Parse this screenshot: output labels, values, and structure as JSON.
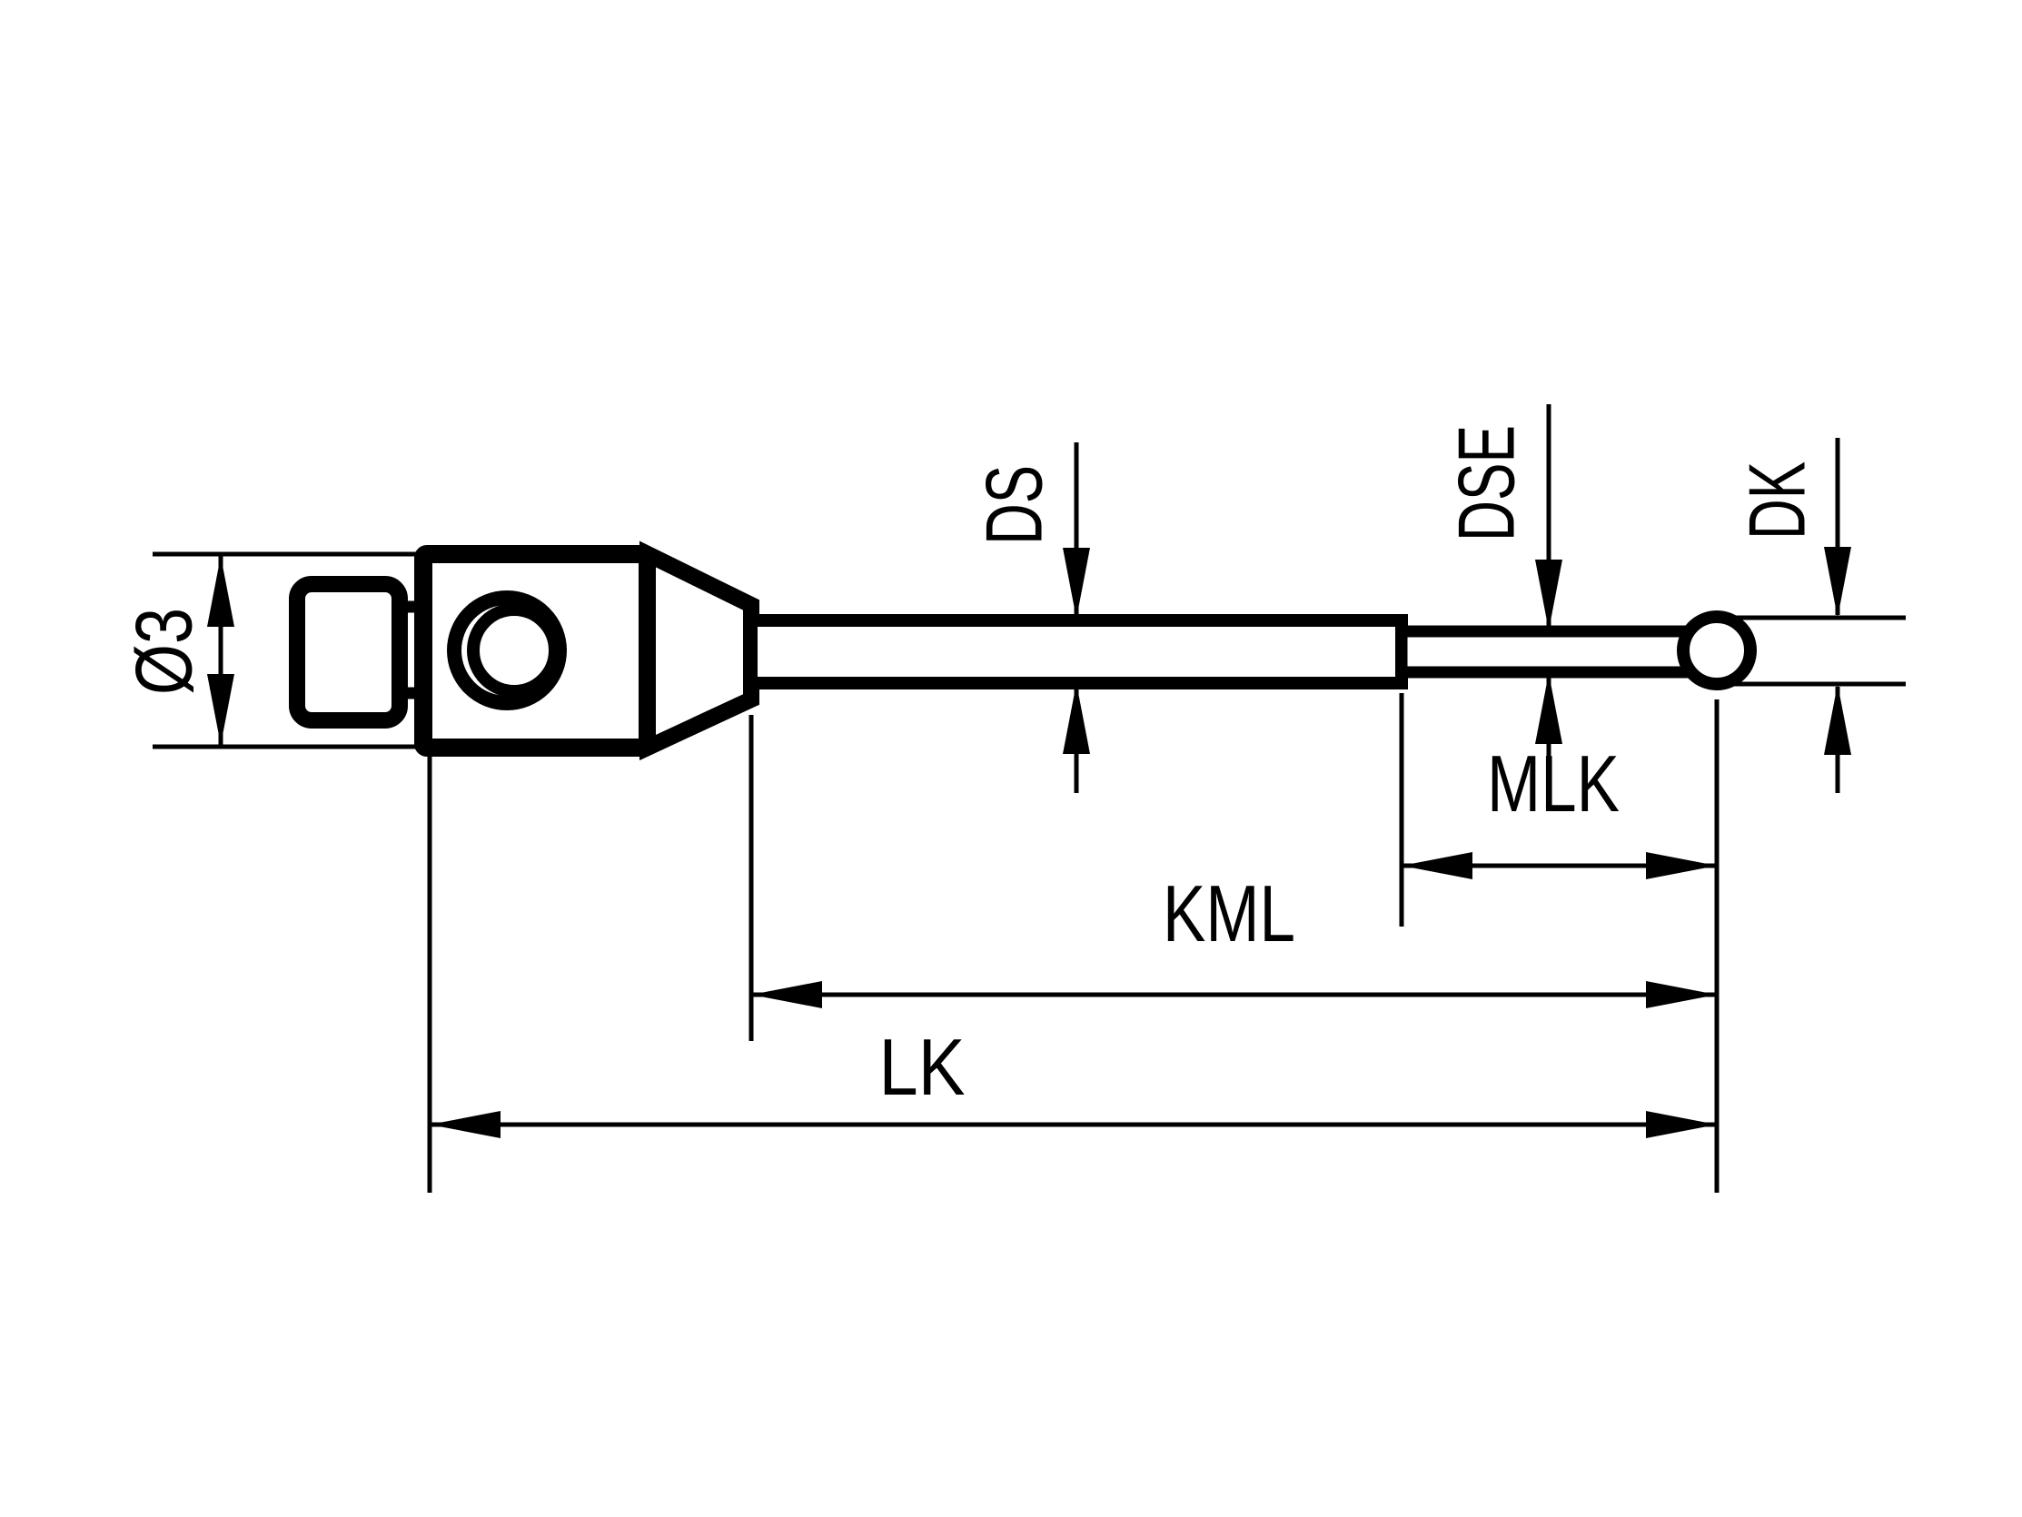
{
  "drawing": {
    "type": "technical-dimension-drawing",
    "ink_color": "#000000",
    "background_color": "#ffffff",
    "labels": {
      "shank_diameter": "Ø3",
      "stem_diameter": "DS",
      "extension_diameter": "DSE",
      "ball_diameter": "DK",
      "measuring_length": "MLK",
      "taper_length": "KML",
      "total_length": "LK"
    }
  }
}
